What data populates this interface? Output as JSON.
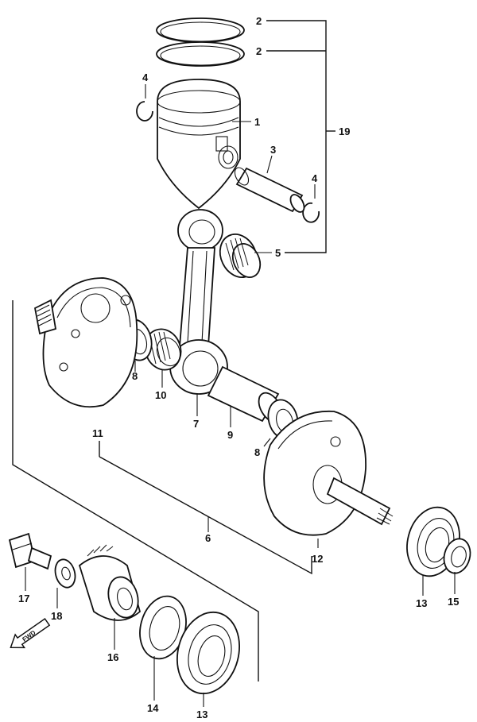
{
  "callouts": {
    "c1": "1",
    "c2a": "2",
    "c2b": "2",
    "c3": "3",
    "c4a": "4",
    "c4b": "4",
    "c5": "5",
    "c6": "6",
    "c7": "7",
    "c8a": "8",
    "c8b": "8",
    "c9": "9",
    "c10": "10",
    "c11": "11",
    "c12": "12",
    "c13a": "13",
    "c13b": "13",
    "c14": "14",
    "c15": "15",
    "c16": "16",
    "c17": "17",
    "c18": "18",
    "c19": "19"
  },
  "fwd_arrow": {
    "text": "FWD"
  }
}
